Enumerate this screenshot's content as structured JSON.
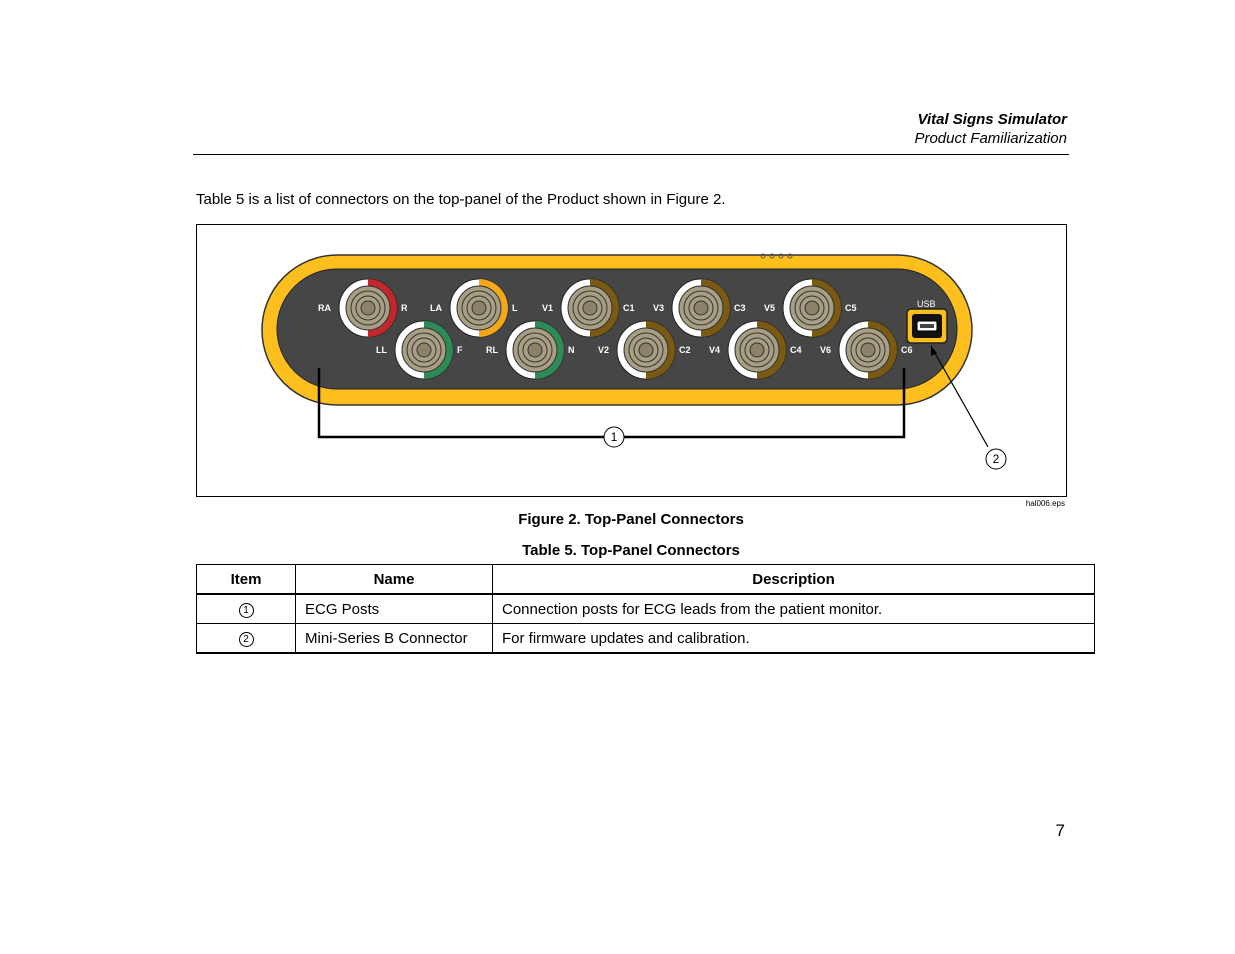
{
  "header": {
    "title": "Vital Signs Simulator",
    "subtitle": "Product Familiarization"
  },
  "intro_text": "Table 5 is a list of connectors on the top-panel of the Product shown in Figure 2.",
  "figure": {
    "caption": "Figure 2. Top-Panel Connectors",
    "file_label": "hal006.eps",
    "callout_1": "1",
    "callout_2": "2",
    "usb_label": "USB",
    "connectors": [
      {
        "left": "RA",
        "right": "R",
        "ring": "#c1272d",
        "row": "top"
      },
      {
        "left": "LA",
        "right": "L",
        "ring": "#f3a81a",
        "row": "top"
      },
      {
        "left": "V1",
        "right": "C1",
        "ring": "#7a5a12",
        "row": "top"
      },
      {
        "left": "V3",
        "right": "C3",
        "ring": "#7a5a12",
        "row": "top"
      },
      {
        "left": "V5",
        "right": "C5",
        "ring": "#7a5a12",
        "row": "top"
      },
      {
        "left": "LL",
        "right": "F",
        "ring": "#2e8b57",
        "row": "bottom"
      },
      {
        "left": "RL",
        "right": "N",
        "ring": "#2e8b57",
        "row": "bottom"
      },
      {
        "left": "V2",
        "right": "C2",
        "ring": "#7a5a12",
        "row": "bottom"
      },
      {
        "left": "V4",
        "right": "C4",
        "ring": "#7a5a12",
        "row": "bottom"
      },
      {
        "left": "V6",
        "right": "C6",
        "ring": "#7a5a12",
        "row": "bottom"
      }
    ],
    "colors": {
      "housing": "#fcbf1e",
      "panel": "#464646",
      "post": "#a89e84"
    }
  },
  "table": {
    "caption": "Table 5. Top-Panel Connectors",
    "headers": [
      "Item",
      "Name",
      "Description"
    ],
    "rows": [
      {
        "item": "1",
        "name": "ECG Posts",
        "description": "Connection posts for ECG leads from the patient monitor."
      },
      {
        "item": "2",
        "name": "Mini-Series B Connector",
        "description": "For firmware updates and calibration."
      }
    ]
  },
  "page_number": "7"
}
